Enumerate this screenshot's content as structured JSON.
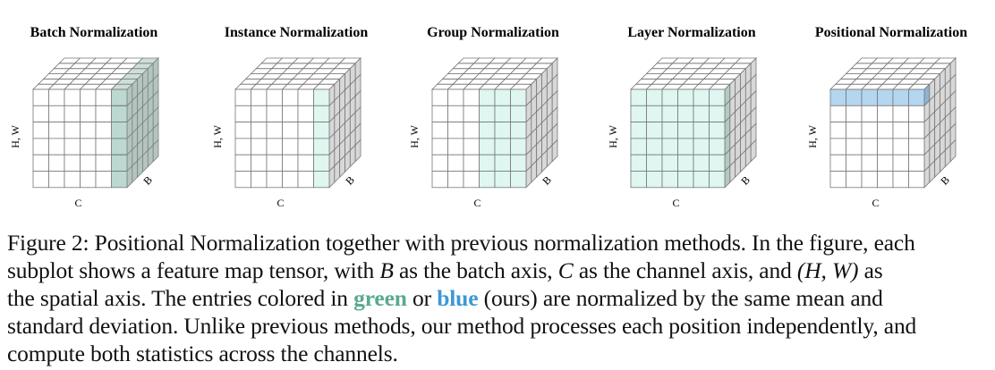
{
  "panels": [
    {
      "title": "Batch Normalization",
      "mode": "batch"
    },
    {
      "title": "Instance Normalization",
      "mode": "instance"
    },
    {
      "title": "Group Normalization",
      "mode": "group"
    },
    {
      "title": "Layer Normalization",
      "mode": "layer"
    },
    {
      "title": "Positional Normalization",
      "mode": "positional"
    }
  ],
  "axis_labels": {
    "hw": "H, W",
    "c": "C",
    "b": "B"
  },
  "colors": {
    "green": "#dff6f1",
    "green_side": "#b3c9c3",
    "blue": "#b4d6ef",
    "blue_side": "#8fb3d0",
    "side": "#d8d8d8",
    "top": "#ffffff",
    "line": "#777777"
  },
  "caption": {
    "line1": "Figure 2: Positional Normalization together with previous normalization methods. In the figure, each",
    "line2_a": "subplot shows a feature map tensor, with ",
    "sym_b": "B",
    "line2_b": " as the batch axis, ",
    "sym_c": "C",
    "line2_c": " as the channel axis, and ",
    "sym_hw": "(H, W)",
    "line2_d": " as",
    "line3_a": "the spatial axis. The entries colored in ",
    "green_word": "green",
    "line3_b": " or ",
    "blue_word": "blue",
    "line3_c": " (ours) are normalized by the same mean and",
    "line4": "standard deviation. Unlike previous methods, our method processes each position independently, and",
    "line5": "compute both statistics across the channels."
  }
}
